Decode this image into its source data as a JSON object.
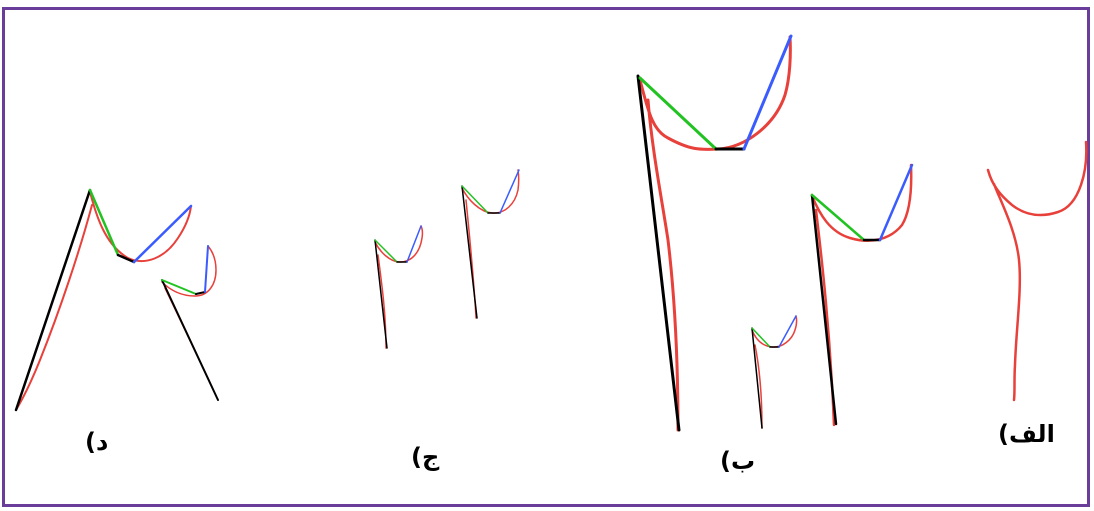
{
  "panels": [
    {
      "id": "alef",
      "label": "الف)"
    },
    {
      "id": "be",
      "label": "ب)"
    },
    {
      "id": "jim",
      "label": "ج)"
    },
    {
      "id": "dal",
      "label": "د)"
    }
  ],
  "colors": {
    "frame_border": "#6a3d9a",
    "handwriting_stroke": "#e8403a",
    "segment_1": "#000000",
    "segment_2": "#22c222",
    "segment_3": "#000000",
    "segment_4": "#3a5cff"
  }
}
